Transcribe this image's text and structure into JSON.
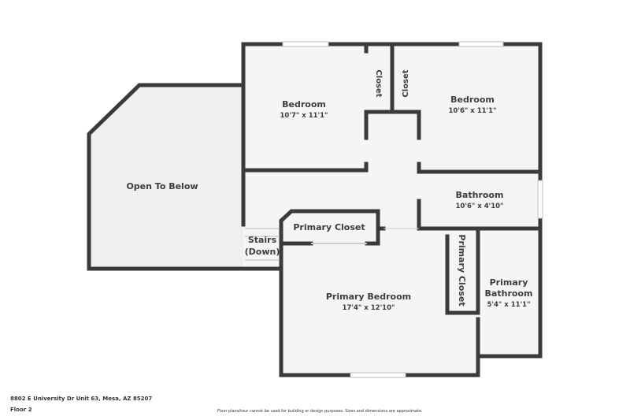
{
  "plan": {
    "floor_label": "Floor 2",
    "address": "8802 E University Dr Unit 63, Mesa, AZ 85207",
    "disclaimer": "Floor plans/tour cannot be used for building or design purposes. Sizes and dimensions are approximate.",
    "colors": {
      "wall": "#3a3a3a",
      "room_fill": "#f5f5f5",
      "open_fill": "#efefef",
      "window": "#ffffff"
    }
  },
  "rooms": {
    "open_to_below": {
      "name": "Open To Below"
    },
    "bedroom_1": {
      "name": "Bedroom",
      "dims": "10'7\" x 11'1\""
    },
    "closet_1": {
      "name": "Closet"
    },
    "closet_2": {
      "name": "Closet"
    },
    "bedroom_2": {
      "name": "Bedroom",
      "dims": "10'6\" x 11'1\""
    },
    "bathroom": {
      "name": "Bathroom",
      "dims": "10'6\" x 4'10\""
    },
    "primary_closet_top": {
      "name": "Primary Closet"
    },
    "stairs": {
      "line1": "Stairs",
      "line2": "(Down)"
    },
    "primary_bedroom": {
      "name": "Primary Bedroom",
      "dims": "17'4\" x 12'10\""
    },
    "primary_closet_side": {
      "name": "Primary Closet"
    },
    "primary_bathroom": {
      "line1": "Primary",
      "line2": "Bathroom",
      "dims": "5'4\" x 11'1\""
    }
  }
}
